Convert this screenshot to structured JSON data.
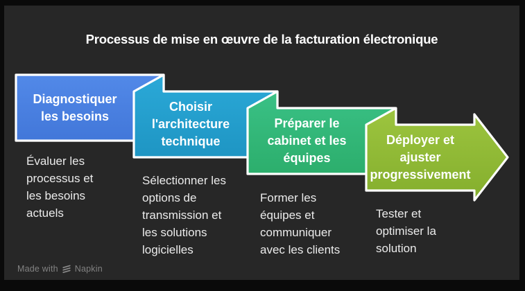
{
  "title": "Processus de mise en œuvre de la facturation électronique",
  "steps": [
    {
      "label": "Diagnostiquer\nles besoins",
      "description": "Évaluer les\nprocessus et\nles besoins\nactuels",
      "color_top": "#5289e8",
      "color_bottom": "#4277d9"
    },
    {
      "label": "Choisir\nl'architecture\ntechnique",
      "description": "Sélectionner les\noptions de\ntransmission et\nles solutions\nlogicielles",
      "color_top": "#2ba9d8",
      "color_bottom": "#1e95c3"
    },
    {
      "label": "Préparer le\ncabinet et les\néquipes",
      "description": "Former les\néquipes et\ncommuniquer\navec les clients",
      "color_top": "#3ac186",
      "color_bottom": "#2cae6c"
    },
    {
      "label": "Déployer et\najuster\nprogressivement",
      "description": "Tester et\noptimiser la\nsolution",
      "color_top": "#9dc53f",
      "color_bottom": "#84ae2d"
    }
  ],
  "footer": {
    "made_with": "Made with",
    "brand": "Napkin",
    "logo_icon": "napkin-zigzag"
  },
  "colors": {
    "background": "#0a0a0a",
    "panel": "#272727",
    "shape_border": "#ffffff",
    "title_text": "#ffffff",
    "body_text": "#ebebeb",
    "footer_text": "#828282"
  }
}
